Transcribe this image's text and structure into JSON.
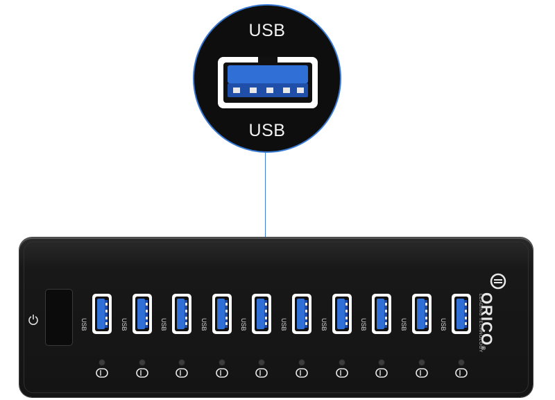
{
  "callout": {
    "label_top": "USB",
    "label_bottom": "USB"
  },
  "hub": {
    "port_count": 10,
    "port_label": "USB",
    "brand_name": "ORICO",
    "brand_tagline": "LEADING TECHNOLOGY",
    "registered_mark": "®"
  },
  "colors": {
    "port_blue": "#2f6fd6",
    "hub_body": "#161616",
    "leader_line": "#3a7bd5"
  },
  "icons": [
    "power-icon",
    "usb-port-icon",
    "led-indicator",
    "toggle-switch-icon",
    "orico-logo-icon"
  ]
}
